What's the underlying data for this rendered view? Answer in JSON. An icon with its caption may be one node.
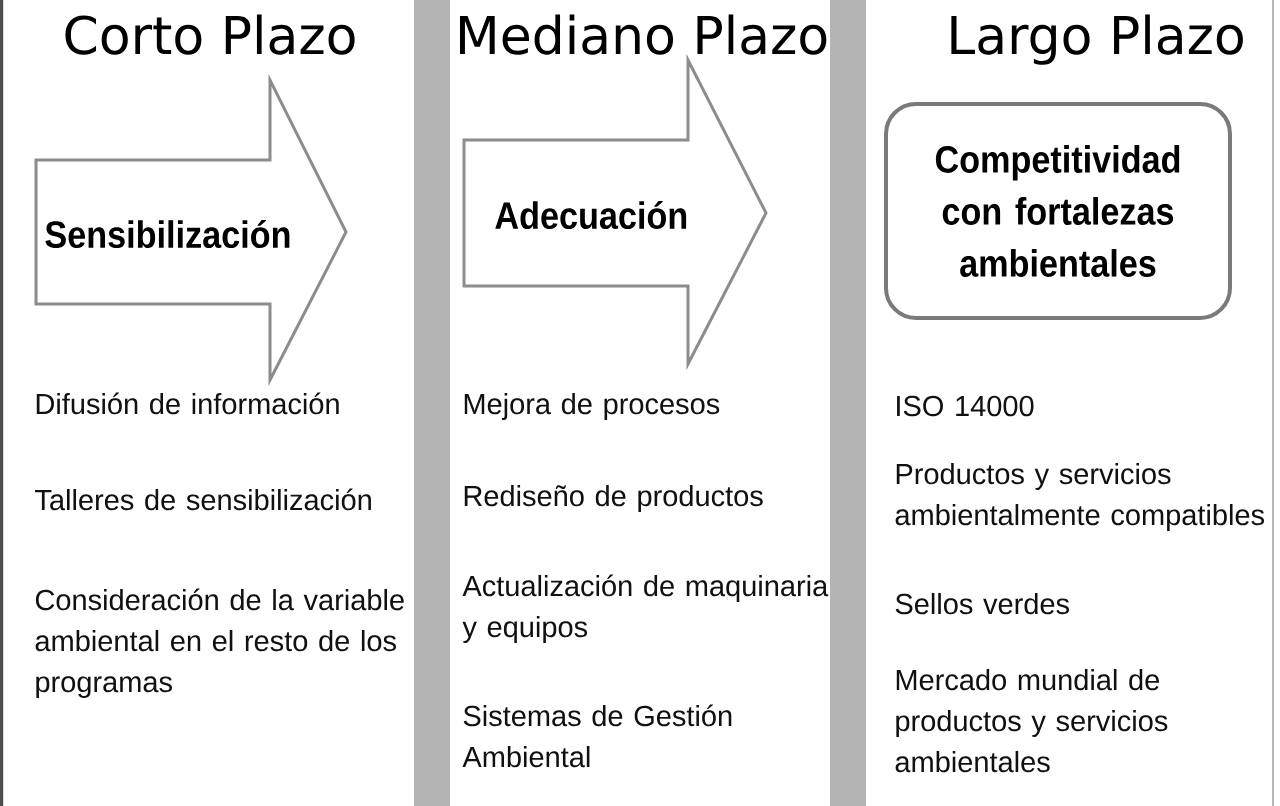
{
  "diagram": {
    "nodes": [
      {
        "text": [
          "Sensibilización"
        ]
      },
      {
        "text": [
          "Adecuación"
        ]
      },
      {
        "text": [
          "Competitividad con fortalezas ambientales"
        ]
      }
    ],
    "labels": [
      "Corto Plazo",
      "Mediano Plazo",
      "Largo Plazo",
      "Difusión de información",
      "Talleres de sensibilización",
      "Consideración de la variable ambiental en el resto de los programas",
      "Mejora de procesos",
      "Rediseño de productos",
      "Actualización de maquinaria y equipos",
      "Sistemas de Gestión Ambiental",
      "ISO 14000",
      "Productos y servicios ambientalmente compatibles",
      "Sellos verdes",
      "Mercado mundial de productos y servicios ambientales"
    ]
  }
}
